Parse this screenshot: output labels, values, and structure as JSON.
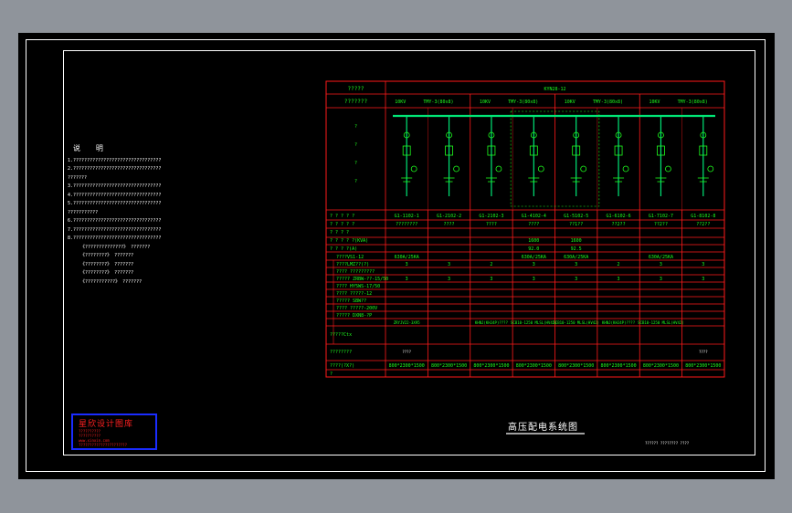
{
  "table": {
    "header_row": [
      "?????",
      "KYN28-12"
    ],
    "label_top": "???????",
    "voltage": "10KV",
    "busbar": "TMY-3(80x8)",
    "row_labels": [
      "?",
      "?",
      "?",
      "?",
      "? ? ? ? ?",
      "? ? ? ? ?",
      "? ? ? ?",
      "? ? ? ? ?(KVA)",
      "? ? ? ?(A)",
      "????VS1-12",
      "????LMZ??(?)",
      "???? ?????????",
      "????? ZRBW-??-15/50",
      "???? HY5WS-17/50",
      "???? ?????-12",
      "????? SBW??",
      "???? ?????-200V",
      "????? DXN8-?P",
      "?????Ctx",
      "????????",
      "????(?X?)",
      "?"
    ],
    "columns": [
      {
        "id": "G1-1102-1",
        "use": "????????",
        "transformer_kva": "",
        "current_a": "",
        "breaker": "630A/25KA",
        "ct": "3",
        "cable": "3",
        "sample": "ZRYJV22-3X95",
        "size": "800*2300*1500",
        "note": "????"
      },
      {
        "id": "G1-2102-2",
        "use": "????",
        "transformer_kva": "",
        "current_a": "",
        "breaker": "",
        "ct": "3",
        "cable": "3",
        "sample": "",
        "size": "800*2300*1500",
        "note": ""
      },
      {
        "id": "G1-2102-3",
        "use": "????",
        "transformer_kva": "",
        "current_a": "",
        "breaker": "",
        "ct": "2",
        "cable": "3",
        "sample": "KHNJ(KHJ4P)????",
        "size": "800*2300*1500",
        "note": ""
      },
      {
        "id": "G1-4102-4",
        "use": "????",
        "transformer_kva": "1600",
        "current_a": "92.0",
        "breaker": "630A/25KA",
        "ct": "3",
        "cable": "3",
        "sample": "SCB10-1250 MLSL(HV42)",
        "size": "800*2300*1500",
        "note": ""
      },
      {
        "id": "G1-5102-5",
        "use": "??1??",
        "transformer_kva": "1600",
        "current_a": "92.5",
        "breaker": "630A/25KA",
        "ct": "3",
        "cable": "3",
        "sample": "SCB10-1250 MLSL(HV42)",
        "size": "800*2300*1500",
        "note": ""
      },
      {
        "id": "G1-6102-6",
        "use": "??2??",
        "transformer_kva": "",
        "current_a": "",
        "breaker": "",
        "ct": "2",
        "cable": "3",
        "sample": "KHNJ(KHJ4P)????",
        "size": "800*2300*1500",
        "note": ""
      },
      {
        "id": "G1-7102-7",
        "use": "??2??",
        "transformer_kva": "",
        "current_a": "",
        "breaker": "630A/25KA",
        "ct": "3",
        "cable": "3",
        "sample": "SCB10-1250 MLSL(HV42)",
        "size": "800*2300*1500",
        "note": ""
      },
      {
        "id": "G1-8102-8",
        "use": "??2??",
        "transformer_kva": "",
        "current_a": "",
        "breaker": "",
        "ct": "3",
        "cable": "3",
        "sample": "",
        "size": "800*2300*1500",
        "note": "????"
      }
    ]
  },
  "notes": {
    "title": "说 明",
    "lines": [
      "1.????????????????????????????????",
      "2.????????????????????????????????",
      "???????",
      "3.????????????????????????????????",
      "4.????????????????????????????????",
      "5.????????????????????????????????",
      "???????????",
      "6.????????????????????????????????",
      "7.????????????????????????????????",
      "8.????????????????????????????????"
    ],
    "drawings": [
      "《??????????????》 ???????",
      "《????????》 ???????",
      "《????????》 ???????",
      "《????????》 ???????",
      "《???????????》 ???????"
    ]
  },
  "logo": {
    "title": "星欣设计图库",
    "lines": [
      "??????????",
      "??????????",
      "www.xinxin.com",
      "??????????????????????"
    ]
  },
  "drawing_title": "高压配电系统图",
  "drawing_subtitle": "?????? ???????? ????",
  "colors": {
    "grid": "#ff1a1a",
    "text": "#1eff1e",
    "bus": "#00e676",
    "frame": "#ffffff",
    "background": "#000000",
    "logo_border": "#1a2cff"
  }
}
